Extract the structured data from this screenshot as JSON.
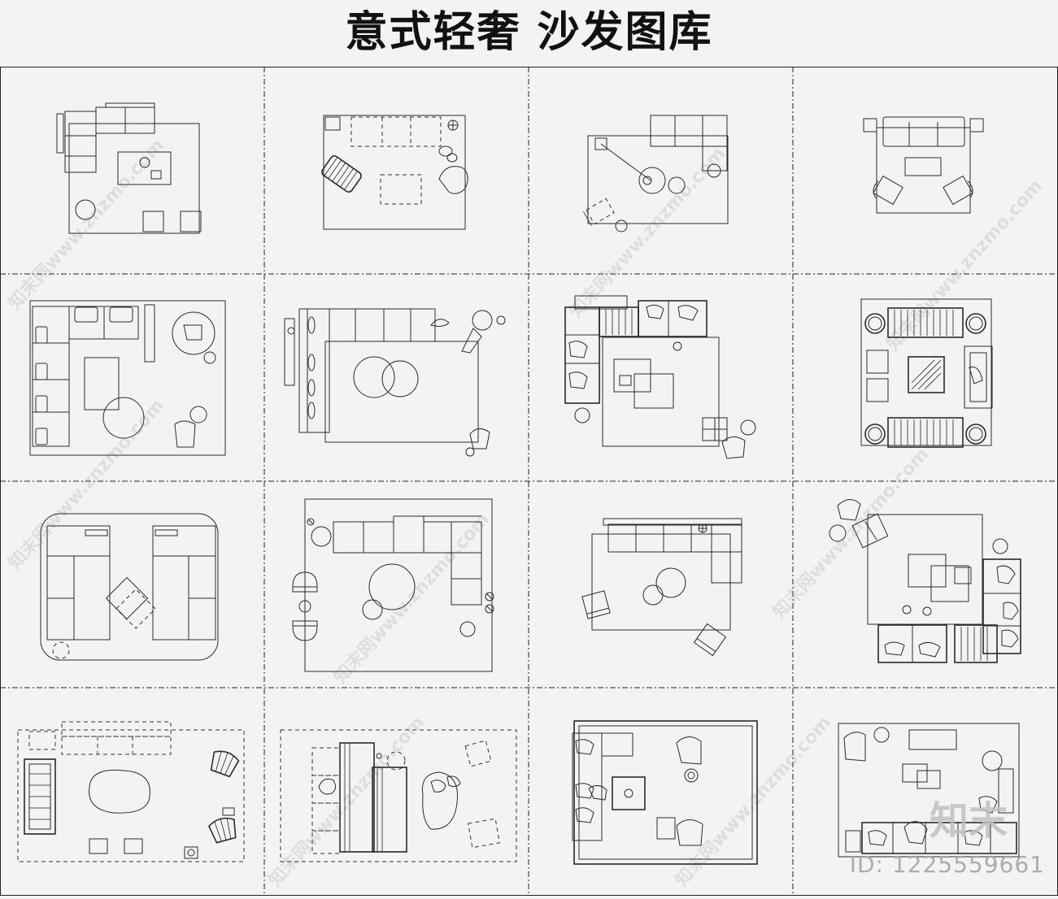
{
  "page": {
    "title": "意式轻奢  沙发图库"
  },
  "watermark": {
    "site": "知末网www.znzmo.com",
    "logo": "知末",
    "id_label": "ID: 1225559661"
  },
  "colors": {
    "background": "#f4f3f1",
    "line": "#2b2b2b",
    "watermark": "#969696"
  },
  "grid": {
    "rows": 4,
    "columns": 4,
    "cells": [
      {
        "row": 1,
        "col": 1,
        "kind": "l-sofa-rug"
      },
      {
        "row": 1,
        "col": 2,
        "kind": "sofa-lounge-chair"
      },
      {
        "row": 1,
        "col": 3,
        "kind": "l-sofa-floor-lamp"
      },
      {
        "row": 1,
        "col": 4,
        "kind": "sofa-two-armchairs"
      },
      {
        "row": 2,
        "col": 1,
        "kind": "u-sofa-round-table"
      },
      {
        "row": 2,
        "col": 2,
        "kind": "sofa-nesting-tables"
      },
      {
        "row": 2,
        "col": 3,
        "kind": "corner-sofa-cushions"
      },
      {
        "row": 2,
        "col": 4,
        "kind": "square-daybed-set"
      },
      {
        "row": 3,
        "col": 1,
        "kind": "facing-sofas"
      },
      {
        "row": 3,
        "col": 2,
        "kind": "l-sofa-round-tables"
      },
      {
        "row": 3,
        "col": 3,
        "kind": "l-sofa-two-chairs"
      },
      {
        "row": 3,
        "col": 4,
        "kind": "rotated-corner-sofa"
      },
      {
        "row": 4,
        "col": 1,
        "kind": "sofa-pebble-table"
      },
      {
        "row": 4,
        "col": 2,
        "kind": "modular-sofa-stones"
      },
      {
        "row": 4,
        "col": 3,
        "kind": "framed-rug-set"
      },
      {
        "row": 4,
        "col": 4,
        "kind": "corner-sofa-desk"
      }
    ]
  }
}
